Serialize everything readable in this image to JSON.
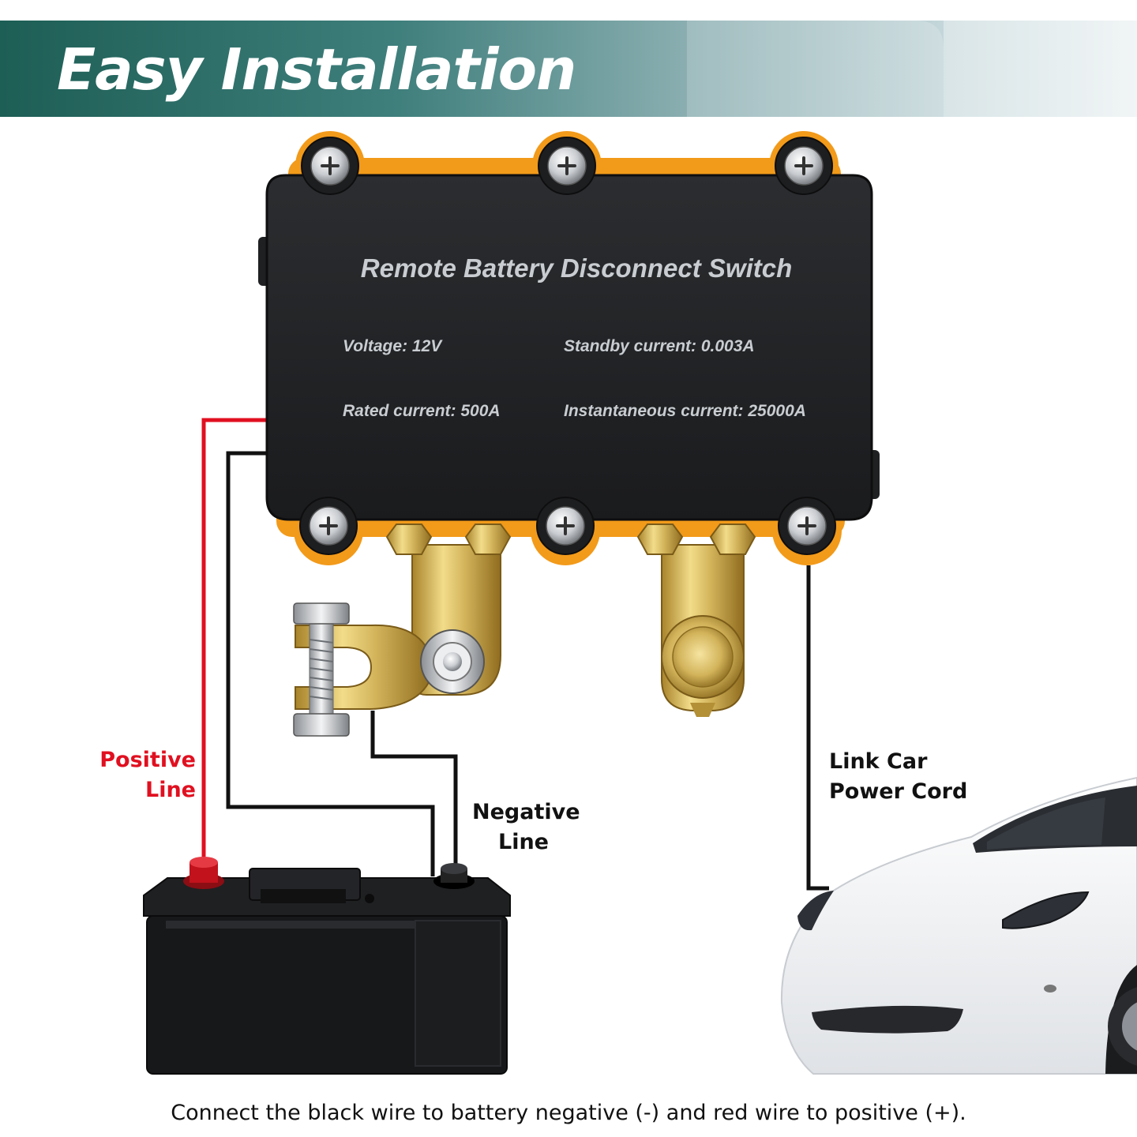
{
  "header": {
    "title": "Easy Installation"
  },
  "device": {
    "title": "Remote Battery Disconnect Switch",
    "specs": {
      "voltage": "Voltage: 12V",
      "standby": "Standby current: 0.003A",
      "rated": "Rated current: 500A",
      "instantaneous": "Instantaneous current: 25000A"
    }
  },
  "labels": {
    "positive_1": "Positive",
    "positive_2": "Line",
    "negative_1": "Negative",
    "negative_2": "Line",
    "car_1": "Link Car",
    "car_2": "Power Cord"
  },
  "caption": "Connect the black wire to battery negative (-) and red wire to positive (+).",
  "colors": {
    "banner_dark": "#1d5e55",
    "positive_wire": "#e01020",
    "negative_wire": "#111111",
    "brass": "#d2b35a",
    "orange_gasket": "#f29a1a"
  }
}
